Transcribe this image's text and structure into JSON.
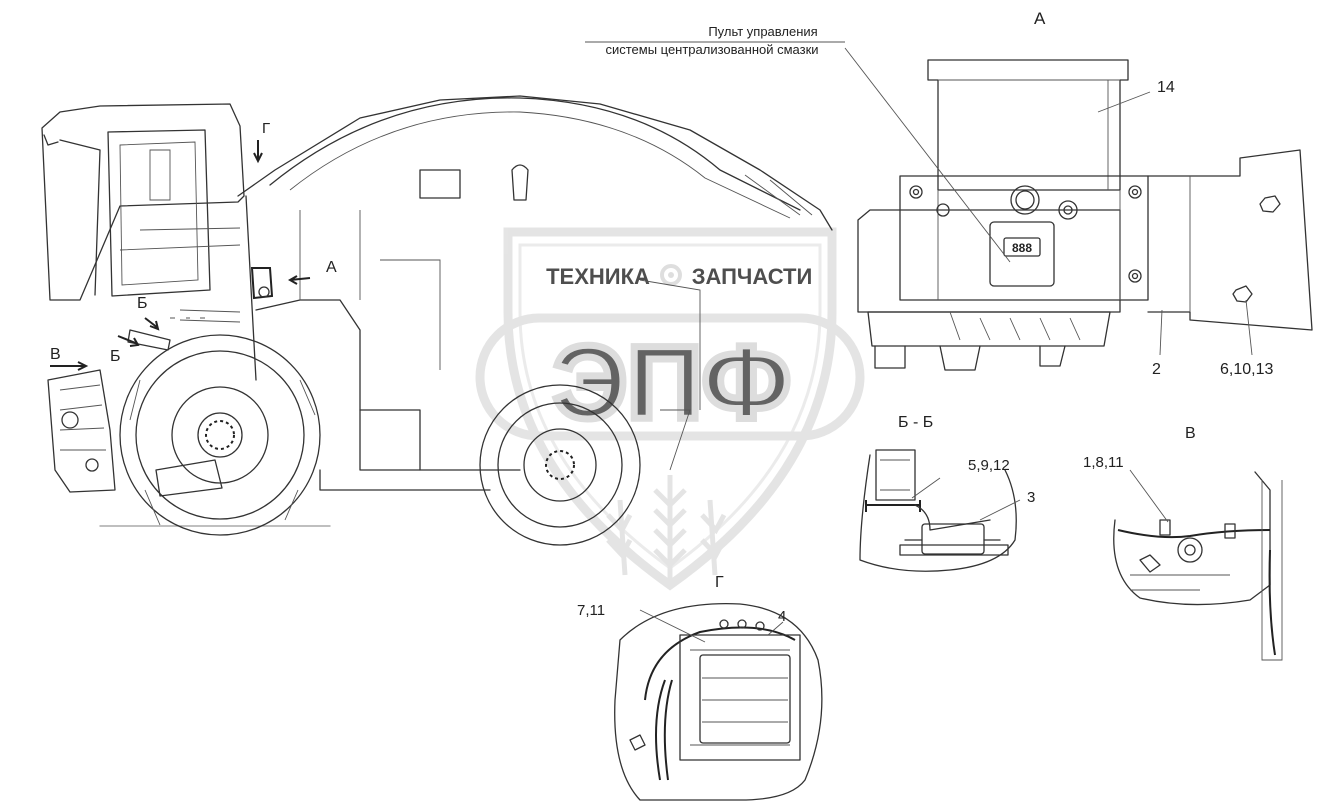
{
  "callout_title": {
    "line1": "Пульт управления",
    "line2": "системы централизованной смазки"
  },
  "display_text": "888",
  "views": {
    "a": "А",
    "b_section": "Б - Б",
    "v": "В",
    "g": "Г"
  },
  "machine_markers": {
    "g": "Г",
    "a": "А",
    "b_upper": "Б",
    "b_lower": "Б",
    "v": "В"
  },
  "parts": {
    "p14": "14",
    "p2": "2",
    "p61013": "6,10,13",
    "p5912": "5,9,12",
    "p3": "3",
    "p1811": "1,8,11",
    "p711": "7,11",
    "p4": "4"
  },
  "watermark": {
    "line1": "ТЕХНИКА",
    "line2": "ЗАПЧАСТИ",
    "logo": "ЭПФ",
    "gear_icon": "gear-icon",
    "wheat_icon": "wheat-icon"
  },
  "colors": {
    "line": "#333333",
    "watermark": "#d9d9d9",
    "watermark_text": "#c8c8c8"
  }
}
